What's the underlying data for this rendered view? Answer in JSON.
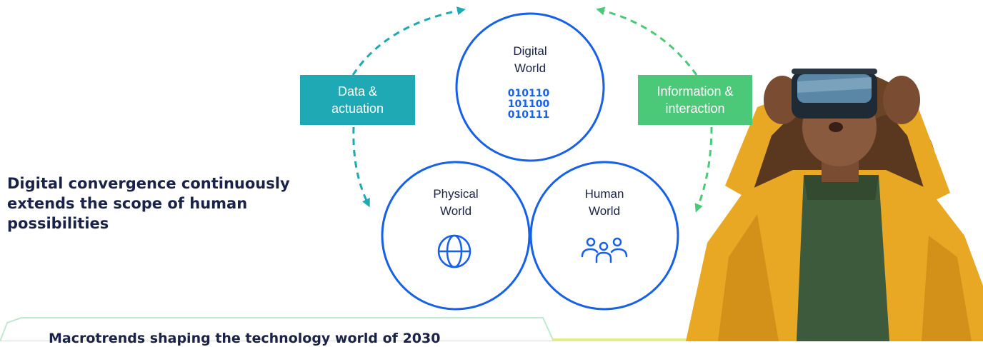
{
  "headline": "Digital convergence continuously extends the scope of human possibilities",
  "circles": {
    "digital": {
      "label": "Digital\nWorld",
      "binary": [
        "010110",
        "101100",
        "010111"
      ]
    },
    "physical": {
      "label": "Physical\nWorld",
      "icon": "globe-icon"
    },
    "human": {
      "label": "Human\nWorld",
      "icon": "people-group-icon"
    }
  },
  "tags": {
    "data": {
      "label": "Data &\nactuation",
      "color": "#1fa9b4"
    },
    "info": {
      "label": "Information &\ninteraction",
      "color": "#4cc978"
    }
  },
  "footer": {
    "title": "Macrotrends shaping the technology world of 2030"
  },
  "colors": {
    "circle_stroke": "#1760e8",
    "text_dark": "#1a2347",
    "footer_bar": "#e4ed8a",
    "footer_border": "#bfe8d0",
    "jacket": "#e8a824",
    "sweater": "#3e5a3c",
    "skin": "#8a5a3e"
  }
}
